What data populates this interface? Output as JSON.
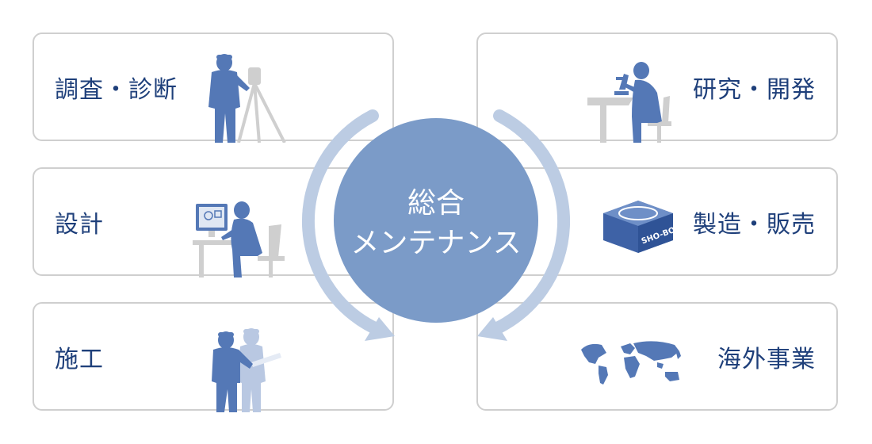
{
  "center": {
    "line1": "総合",
    "line2": "メンテナンス"
  },
  "boxes": {
    "survey": "調査・診断",
    "design": "設計",
    "construction": "施工",
    "rnd": "研究・開発",
    "manufacturing": "製造・販売",
    "overseas": "海外事業"
  },
  "product_can_label": "SHO-BOND",
  "colors": {
    "circle": "#7b9bc8",
    "arrow": "#bccce3",
    "silhouette": "#5478b6",
    "silhouette_light": "#b9c8e2",
    "furniture": "#cfcfcf",
    "label_text": "#1e3f7a",
    "border": "#cfcfcf"
  }
}
